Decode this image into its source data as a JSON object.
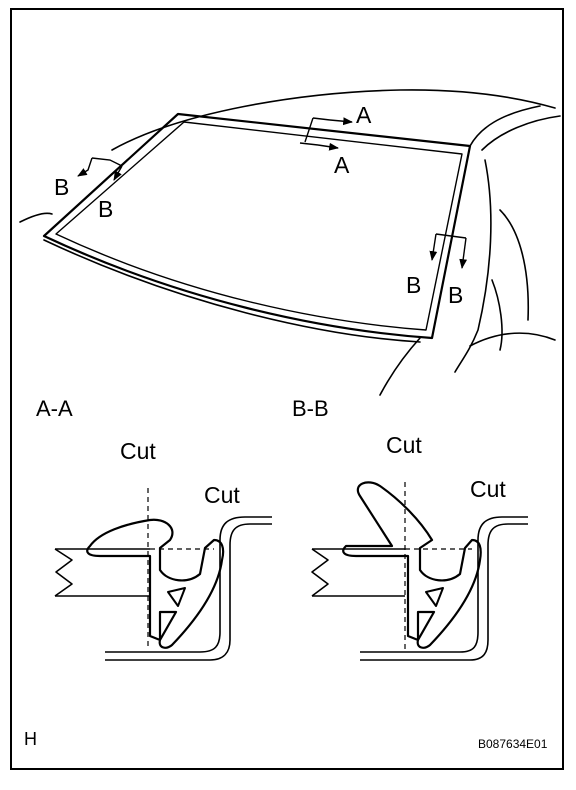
{
  "view_markers": {
    "a_upper": "A",
    "a_lower": "A",
    "b_left_outer": "B",
    "b_left_inner": "B",
    "b_right_outer": "B",
    "b_right_inner": "B"
  },
  "sections": {
    "left": {
      "title": "A-A",
      "cut_center": "Cut",
      "cut_side": "Cut"
    },
    "right": {
      "title": "B-B",
      "cut_center": "Cut",
      "cut_side": "Cut"
    }
  },
  "footer": {
    "corner_mark": "H",
    "figure_code": "B087634E01"
  }
}
